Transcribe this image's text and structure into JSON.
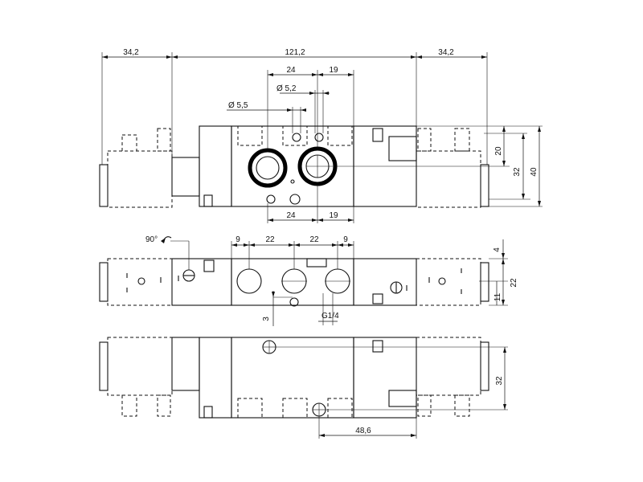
{
  "top_view": {
    "dims": {
      "left_coil": "34,2",
      "body_length": "121,2",
      "right_coil": "34,2",
      "top_spacing_a": "24",
      "top_spacing_b": "19",
      "hole_small": "Ø 5,2",
      "hole_large": "Ø 5,5",
      "bottom_spacing_a": "24",
      "bottom_spacing_b": "19",
      "height_a": "20",
      "height_b": "32",
      "height_c": "40"
    }
  },
  "middle_view": {
    "rotation_label": "90°",
    "dims": {
      "port_a": "9",
      "port_b": "22",
      "port_c": "22",
      "port_d": "9",
      "side_top": "4",
      "side_mid": "22",
      "side_bottom": "11",
      "offset": "3",
      "thread": "G1/4"
    }
  },
  "bottom_view": {
    "dims": {
      "height": "32",
      "mount_spacing": "48,6"
    }
  }
}
